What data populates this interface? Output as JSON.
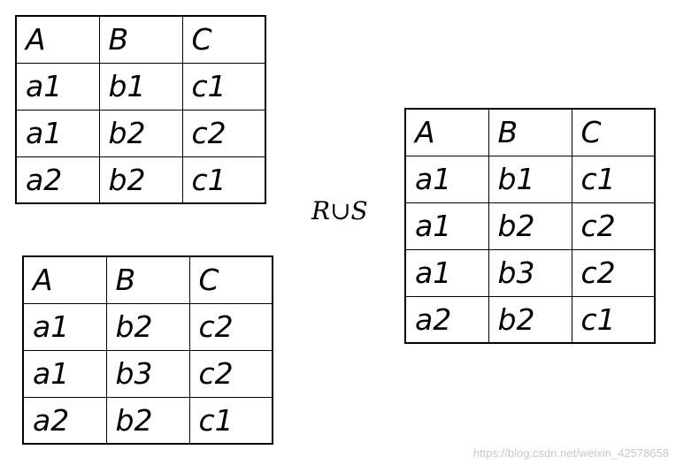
{
  "tables": {
    "r": {
      "header": [
        "A",
        "B",
        "C"
      ],
      "rows": [
        [
          "a1",
          "b1",
          "c1"
        ],
        [
          "a1",
          "b2",
          "c2"
        ],
        [
          "a2",
          "b2",
          "c1"
        ]
      ]
    },
    "s": {
      "header": [
        "A",
        "B",
        "C"
      ],
      "rows": [
        [
          "a1",
          "b2",
          "c2"
        ],
        [
          "a1",
          "b3",
          "c2"
        ],
        [
          "a2",
          "b2",
          "c1"
        ]
      ]
    },
    "union": {
      "header": [
        "A",
        "B",
        "C"
      ],
      "rows": [
        [
          "a1",
          "b1",
          "c1"
        ],
        [
          "a1",
          "b2",
          "c2"
        ],
        [
          "a1",
          "b3",
          "c2"
        ],
        [
          "a2",
          "b2",
          "c1"
        ]
      ]
    }
  },
  "operation_label": "R∪S",
  "watermark": "https://blog.csdn.net/weixin_42578658"
}
